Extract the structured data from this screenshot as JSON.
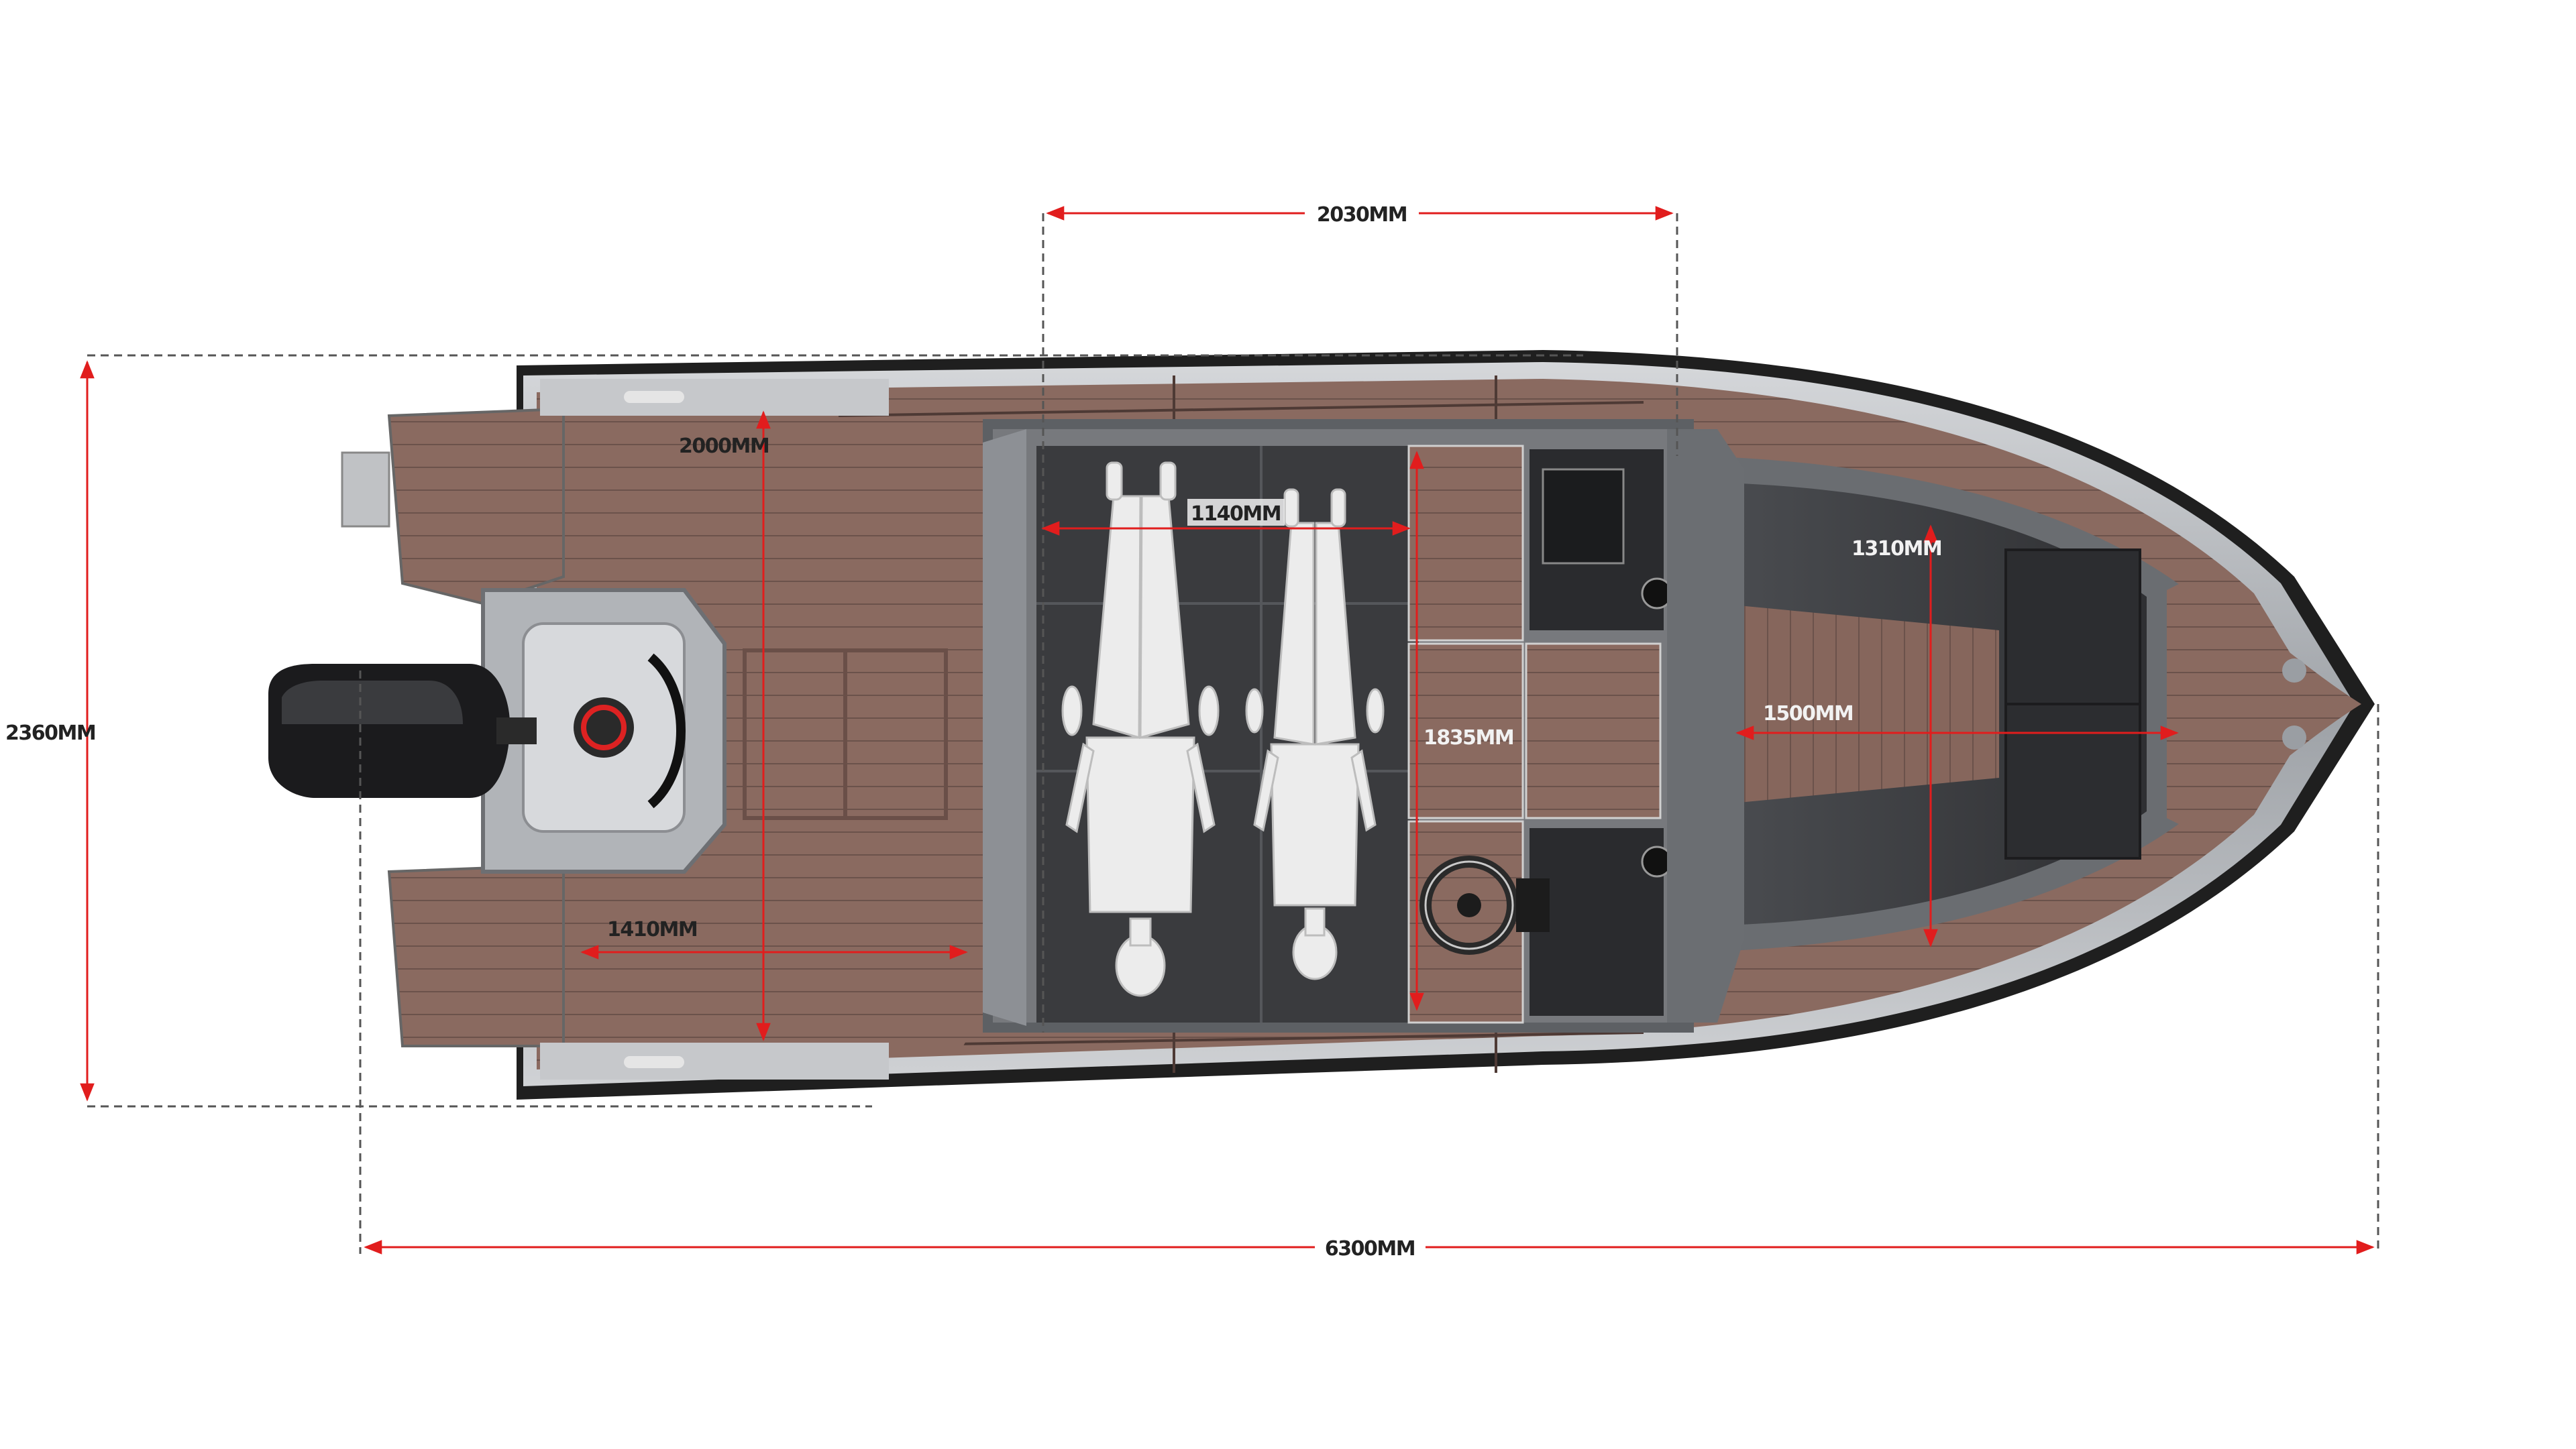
{
  "colors": {
    "dimension_line": "#e11d1d",
    "extension_line": "#555555",
    "label_dark": "#222222",
    "label_light": "#f2f2f2",
    "hull_outline": "#1a1a1a",
    "hull_silver": "#b9bcc0",
    "deck_teak": "#8a6a60",
    "deck_seam": "#5b4540",
    "interior_dark": "#3b3d40",
    "interior_mid": "#6c6f73",
    "mannequin": "#ececec",
    "engine_black": "#1b1b1d"
  },
  "icons": {
    "outboard_engine": "outboard-engine-icon",
    "steering_wheel": "steering-wheel-icon",
    "mannequin": "mannequin-icon",
    "fuel_cap": "fuel-cap-icon"
  },
  "dimensions": {
    "overall_length": "6300MM",
    "overall_beam": "2360MM",
    "cabin_length": "2030MM",
    "berth_length": "2000MM",
    "mannequin_span": "1140MM",
    "bow_length": "1310MM",
    "bow_width": "1500MM",
    "cabin_width": "1835MM",
    "aft_cockpit_width": "1410MM"
  }
}
